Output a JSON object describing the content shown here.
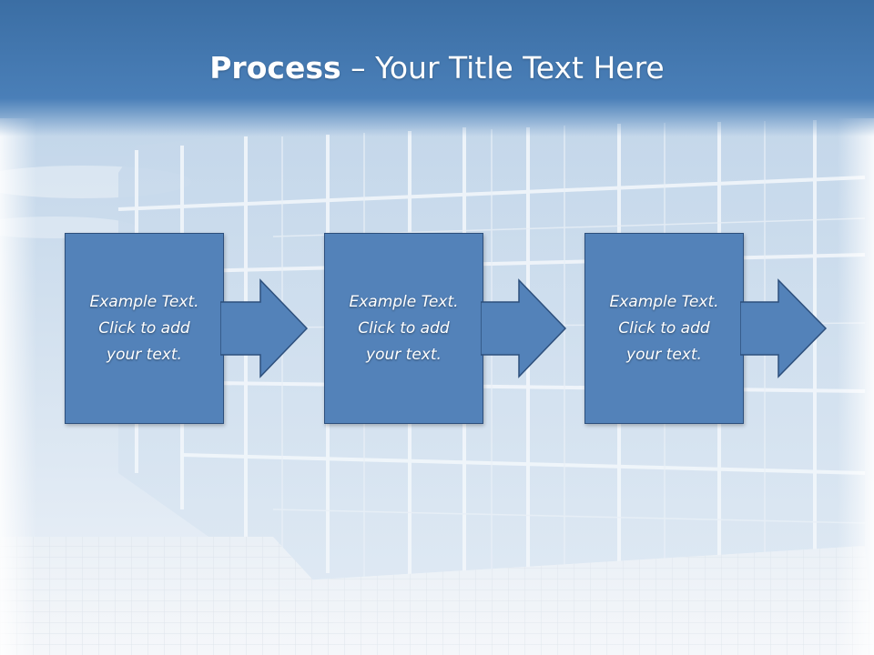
{
  "slide": {
    "title_bold": "Process",
    "title_separator": " – ",
    "title_rest": "Your Title Text Here"
  },
  "steps": [
    {
      "text": "Example Text.\nClick  to add\nyour text."
    },
    {
      "text": "Example Text.\nClick  to add\nyour text."
    },
    {
      "text": "Example Text.\nClick  to add\nyour text."
    }
  ],
  "colors": {
    "title_bar": "#4a7fb8",
    "box_fill": "#5382b9",
    "box_border": "#2d4f7c",
    "text": "#ffffff"
  }
}
